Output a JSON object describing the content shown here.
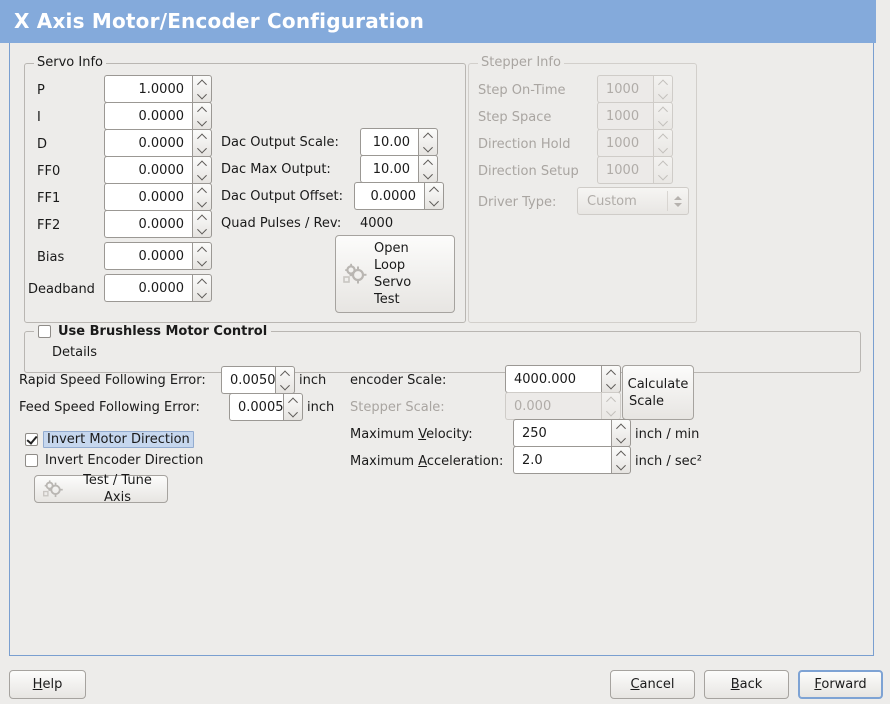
{
  "window": {
    "title": "X Axis Motor/Encoder Configuration",
    "titlebar_color": "#84aadb",
    "panel_border_color": "#7a9fd0",
    "background_color": "#edecea"
  },
  "servo_info": {
    "legend": "Servo Info",
    "fields": [
      {
        "label": "P",
        "value": "1.0000",
        "disabled": false
      },
      {
        "label": "I",
        "value": "0.0000",
        "disabled": false
      },
      {
        "label": "D",
        "value": "0.0000",
        "disabled": false
      },
      {
        "label": "FF0",
        "value": "0.0000",
        "disabled": false
      },
      {
        "label": "FF1",
        "value": "0.0000",
        "disabled": false
      },
      {
        "label": "FF2",
        "value": "0.0000",
        "disabled": false
      },
      {
        "label": "Bias",
        "value": "0.0000",
        "disabled": false
      },
      {
        "label": "Deadband",
        "value": "0.0000",
        "disabled": false
      }
    ],
    "dac": [
      {
        "label": "Dac Output Scale:",
        "value": "10.00"
      },
      {
        "label": "Dac Max Output:",
        "value": "10.00"
      },
      {
        "label": "Dac Output Offset:",
        "value": "0.0000"
      }
    ],
    "quad_pulses_label": "Quad Pulses / Rev:",
    "quad_pulses_value": "4000",
    "open_loop_button": "Open\nLoop\nServo\nTest",
    "open_loop_button_lines": [
      "Open",
      "Loop",
      "Servo",
      "Test"
    ],
    "open_loop_icon": "gears-icon"
  },
  "stepper_info": {
    "legend": "Stepper Info",
    "disabled": true,
    "fields": [
      {
        "label": "Step On-Time",
        "value": "1000"
      },
      {
        "label": "Step Space",
        "value": "1000"
      },
      {
        "label": "Direction Hold",
        "value": "1000"
      },
      {
        "label": "Direction Setup",
        "value": "1000"
      }
    ],
    "driver_type_label": "Driver Type:",
    "driver_type_value": "Custom"
  },
  "brushless": {
    "legend": "Use Brushless Motor Control",
    "checked": false,
    "details_label": "Details",
    "details_expanded": false
  },
  "tuning": {
    "rapid_following_error": {
      "label": "Rapid Speed Following Error:",
      "value": "0.0050",
      "unit": "inch"
    },
    "feed_following_error": {
      "label": "Feed Speed Following Error:",
      "value": "0.0005",
      "unit": "inch"
    },
    "invert_motor": {
      "label": "Invert Motor Direction",
      "checked": true,
      "focused": true
    },
    "invert_encoder": {
      "label": "Invert Encoder Direction",
      "checked": false,
      "focused": false
    },
    "test_tune_button": "Test / Tune Axis",
    "test_tune_icon": "gears-icon"
  },
  "scales": {
    "encoder_scale": {
      "label": "encoder Scale:",
      "value": "4000.000",
      "unit": "",
      "disabled": false
    },
    "stepper_scale": {
      "label": "Stepper Scale:",
      "value": "0.000",
      "unit": "",
      "disabled": true
    },
    "max_velocity": {
      "label": "Maximum Velocity:",
      "mnemonic": "V",
      "value": "250",
      "unit": "inch / min"
    },
    "max_accel": {
      "label": "Maximum Acceleration:",
      "mnemonic": "A",
      "value": "2.0",
      "unit": "inch / sec²"
    },
    "calculate_button_lines": [
      "Calculate",
      "Scale"
    ]
  },
  "footer": {
    "help": {
      "label": "Help",
      "mnemonic": "H",
      "focused": false
    },
    "cancel": {
      "label": "Cancel",
      "mnemonic": "C",
      "focused": false
    },
    "back": {
      "label": "Back",
      "mnemonic": "B",
      "focused": false
    },
    "forward": {
      "label": "Forward",
      "mnemonic": "F",
      "focused": true
    }
  }
}
